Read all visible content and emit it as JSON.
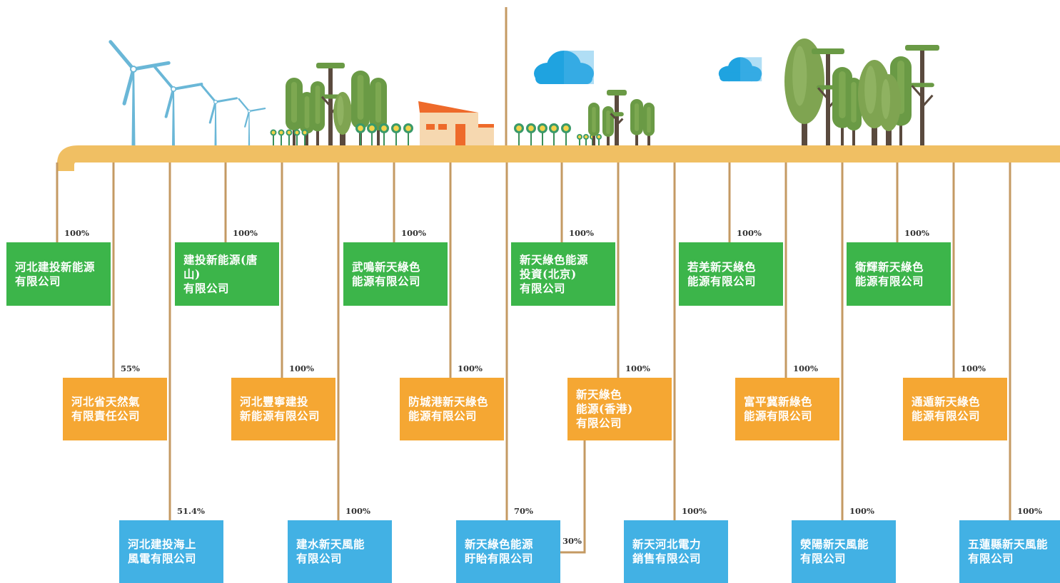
{
  "colors": {
    "line": "#c49a63",
    "ground": "#f0bf63",
    "green": "#3cb54a",
    "orange": "#f5a733",
    "blue": "#42b1e4",
    "tree": "#6a9a45",
    "trunk": "#5a4a3e",
    "cloud": "#1fa3e0",
    "turbine": "#6ab7d7",
    "roof": "#ee6a2a",
    "house": "#f6d8b0"
  },
  "illustration": {
    "icons": [
      "wind-turbine-icon",
      "tree-icon",
      "flower-icon",
      "house-icon",
      "cloud-icon"
    ]
  },
  "entities": [
    {
      "id": "e1",
      "name": "河北建投新能源\n有限公司",
      "pct": "100%",
      "color": "green"
    },
    {
      "id": "e2",
      "name": "河北省天然氣\n有限責任公司",
      "pct": "55%",
      "color": "orange"
    },
    {
      "id": "e3",
      "name": "河北建投海上\n風電有限公司",
      "pct": "51.4%",
      "color": "blue"
    },
    {
      "id": "e4",
      "name": "建投新能源(唐山)\n有限公司",
      "pct": "100%",
      "color": "green"
    },
    {
      "id": "e5",
      "name": "河北豐寧建投\n新能源有限公司",
      "pct": "100%",
      "color": "orange"
    },
    {
      "id": "e6",
      "name": "建水新天風能\n有限公司",
      "pct": "100%",
      "color": "blue"
    },
    {
      "id": "e7",
      "name": "武鳴新天綠色\n能源有限公司",
      "pct": "100%",
      "color": "green"
    },
    {
      "id": "e8",
      "name": "防城港新天綠色\n能源有限公司",
      "pct": "100%",
      "color": "orange"
    },
    {
      "id": "e9",
      "name": "新天綠色能源\n盱眙有限公司",
      "pct": "70%",
      "pct2": "30%",
      "color": "blue"
    },
    {
      "id": "e10",
      "name": "新天綠色能源\n投資(北京)\n有限公司",
      "pct": "100%",
      "color": "green"
    },
    {
      "id": "e11",
      "name": "新天綠色\n能源(香港)\n有限公司",
      "pct": "100%",
      "color": "orange"
    },
    {
      "id": "e12",
      "name": "新天河北電力\n銷售有限公司",
      "pct": "100%",
      "color": "blue"
    },
    {
      "id": "e13",
      "name": "若羌新天綠色\n能源有限公司",
      "pct": "100%",
      "color": "green"
    },
    {
      "id": "e14",
      "name": "富平冀新綠色\n能源有限公司",
      "pct": "100%",
      "color": "orange"
    },
    {
      "id": "e15",
      "name": "滎陽新天風能\n有限公司",
      "pct": "100%",
      "color": "blue"
    },
    {
      "id": "e16",
      "name": "衛輝新天綠色\n能源有限公司",
      "pct": "100%",
      "color": "green"
    },
    {
      "id": "e17",
      "name": "通遁新天綠色\n能源有限公司",
      "pct": "100%",
      "color": "orange"
    },
    {
      "id": "e18",
      "name": "五蓮縣新天風能\n有限公司",
      "pct": "100%",
      "color": "blue"
    }
  ]
}
